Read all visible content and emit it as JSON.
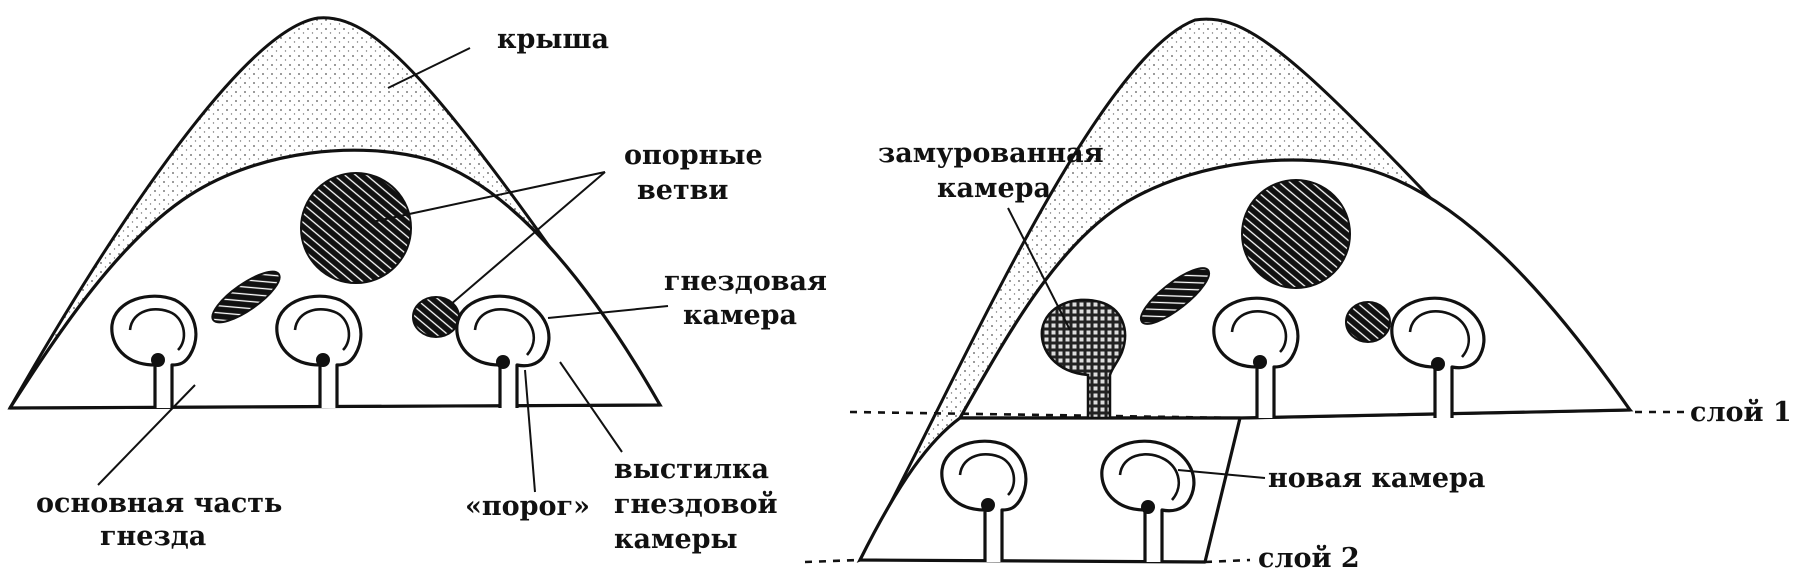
{
  "left_figure": {
    "labels": {
      "roof": "крыша",
      "support_branches_1": "опорные",
      "support_branches_2": "ветви",
      "nest_chamber_1": "гнездовая",
      "nest_chamber_2": "камера",
      "main_part_1": "основная часть",
      "main_part_2": "гнезда",
      "threshold": "«порог»",
      "lining_1": "выстилка",
      "lining_2": "гнездовой",
      "lining_3": "камеры"
    }
  },
  "right_figure": {
    "labels": {
      "walled_1": "замурованная",
      "walled_2": "камера",
      "new_chamber": "новая камера",
      "layer1": "слой 1",
      "layer2": "слой 2"
    }
  },
  "colors": {
    "ink": "#111111",
    "paper": "#ffffff",
    "roof_stipple": "#555555"
  }
}
